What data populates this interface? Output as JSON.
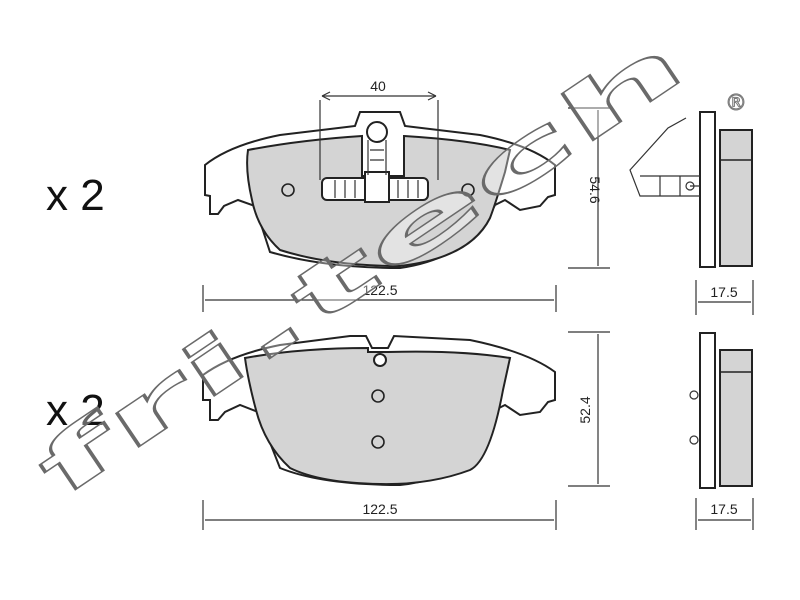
{
  "top_pad": {
    "quantity": "x 2",
    "width_label": "122.5",
    "height_label": "54.6",
    "thickness_label": "17.5",
    "sensor_width_label": "40"
  },
  "bottom_pad": {
    "quantity": "x 2",
    "width_label": "122.5",
    "height_label": "52.4",
    "thickness_label": "17.5"
  },
  "watermark": {
    "text": "fri.tech",
    "registered": "®"
  },
  "colors": {
    "friction_material": "#d4d4d4",
    "outline": "#222222",
    "watermark_stroke": "#6a6a6a"
  }
}
